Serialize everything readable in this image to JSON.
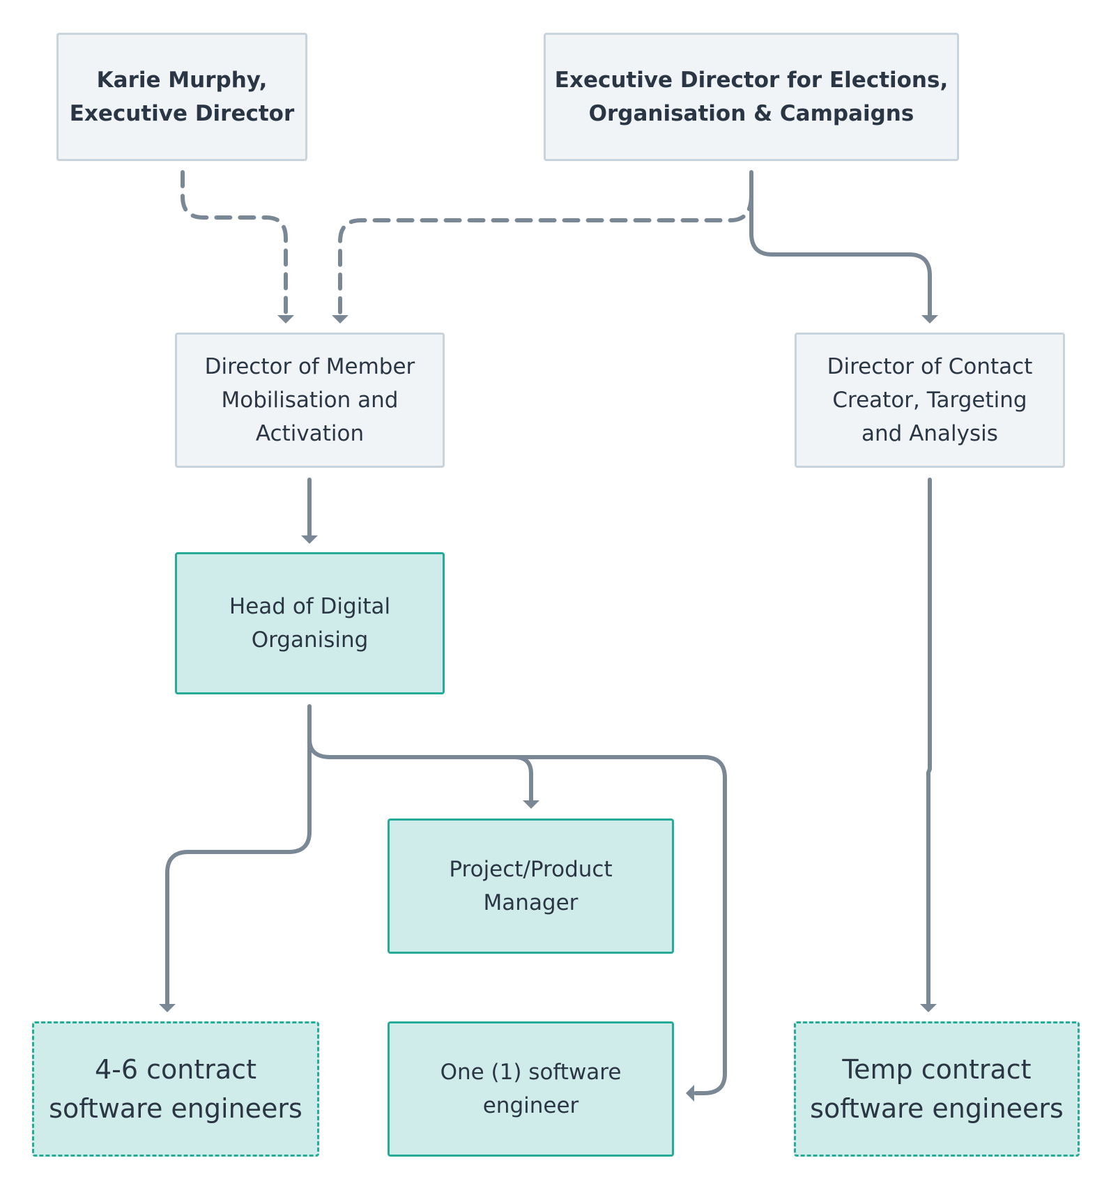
{
  "nodes": {
    "karie_murphy": "Karie Murphy,\nExecutive Director",
    "exec_director_elections": "Executive Director for Elections,\nOrganisation & Campaigns",
    "director_member_mobilisation": "Director of Member\nMobilisation and\nActivation",
    "director_contact_creator": "Director of Contact\nCreator, Targeting\nand Analysis",
    "head_digital_organising": "Head of Digital\nOrganising",
    "project_product_manager": "Project/Product\nManager",
    "contract_engineers": "4-6 contract\nsoftware engineers",
    "one_software_engineer": "One (1) software\nengineer",
    "temp_contract_engineers": "Temp contract\nsoftware engineers"
  },
  "colors": {
    "connector": "#7a8896",
    "grey_fill": "#f0f4f7",
    "grey_border": "#c9d3dc",
    "teal_fill": "#d0ecea",
    "teal_border": "#25ab98",
    "text": "#2b3644"
  }
}
